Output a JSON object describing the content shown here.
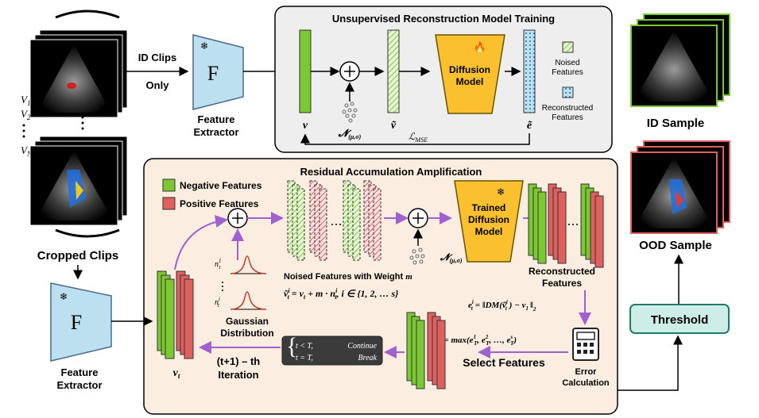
{
  "input": {
    "v1": "V",
    "v1_sub": "1",
    "v2": "V",
    "v2_sub": "2",
    "vn": "V",
    "vn_sub": "N",
    "cropped_clips": "Cropped Clips"
  },
  "top_flow": {
    "id_clips_line1": "ID Clips",
    "id_clips_line2": "Only",
    "extractor_symbol": "F",
    "extractor_line1": "Feature",
    "extractor_line2": "Extractor"
  },
  "training": {
    "title": "Unsupervised Reconstruction Model Training",
    "v": "v",
    "v_tilde": "ṽ",
    "e_tilde": "ẽ",
    "noise": "𝓝",
    "noise_sub": "(μ,σ)",
    "model_line1": "Diffusion",
    "model_line2": "Model",
    "loss": "ℒ",
    "loss_sub": "MSE",
    "legend_noised_line1": "Noised",
    "legend_noised_line2": "Features",
    "legend_recon_line1": "Reconstructed",
    "legend_recon_line2": "Features"
  },
  "outputs": {
    "id_sample": "ID Sample",
    "ood_sample": "OOD Sample",
    "threshold": "Threshold"
  },
  "raa": {
    "title": "Residual Accumulation Amplification",
    "legend_negative": "Negative Features",
    "legend_positive": "Positive Features",
    "noise": "𝓝",
    "noise_sub": "(μ,σ)",
    "trained_line1": "Trained",
    "trained_line2": "Diffusion",
    "trained_line3": "Model",
    "recon_line1": "Reconstructed",
    "recon_line2": "Features",
    "noised_weight": "Noised Features with Weight",
    "noised_weight_var": "m",
    "eq_noised": "ṽ",
    "eq_noised_sup": "i",
    "eq_noised_sub": "t",
    "eq_noised_rhs": "= v",
    "eq_noised_rhs_sub": "t",
    "eq_noised_rest": "+ m · n",
    "eq_noised_rest_sup": "i",
    "eq_noised_rest_sub": "t",
    "eq_noised_set": ",  i ∈ {1, 2, … s}",
    "n1": "n",
    "n1_sup": "1",
    "n1_sub": "t",
    "ni": "n",
    "ni_sup": "i",
    "ni_sub": "t",
    "gaussian_line1": "Gaussian",
    "gaussian_line2": "Distribution",
    "error_eq": "e",
    "error_eq_sup": "i",
    "error_eq_sub": "t",
    "error_eq_rhs": "= ‖DM(ṽ",
    "error_eq_rhs_sup": "i",
    "error_eq_rhs_sub": "t",
    "error_eq_tail": ") − v",
    "error_eq_tail_sub": "1",
    "error_eq_norm": "‖",
    "error_eq_norm_sub": "2",
    "diff_eq": "diff = max(e",
    "diff_eq_rest": ", e",
    "diff_eq_end": ", …, e",
    "diff_sup1": "1",
    "diff_sup2": "2",
    "diff_sups": "s",
    "diff_sub": "T",
    "diff_close": ")",
    "error_line1": "Error",
    "error_line2": "Calculation",
    "select_features": "Select Features",
    "cond1_lhs": "t < T,",
    "cond1_rhs": "Continue",
    "cond2_lhs": "t = T,",
    "cond2_rhs": "Break",
    "iteration_line1": "(t+1) – th",
    "iteration_line2": "Iteration",
    "vt": "v",
    "vt_sub": "t",
    "bottom_extractor_symbol": "F",
    "bottom_extractor_line1": "Feature",
    "bottom_extractor_line2": "Extractor"
  },
  "colors": {
    "green": "#7cc832",
    "red": "#e06060",
    "purple": "#a060d0",
    "gold": "#fbc02d",
    "light_blue": "#bde0f0",
    "training_bg": "#eeeeee",
    "raa_bg": "#fbeee0",
    "threshold_bg": "#cdeee6"
  }
}
